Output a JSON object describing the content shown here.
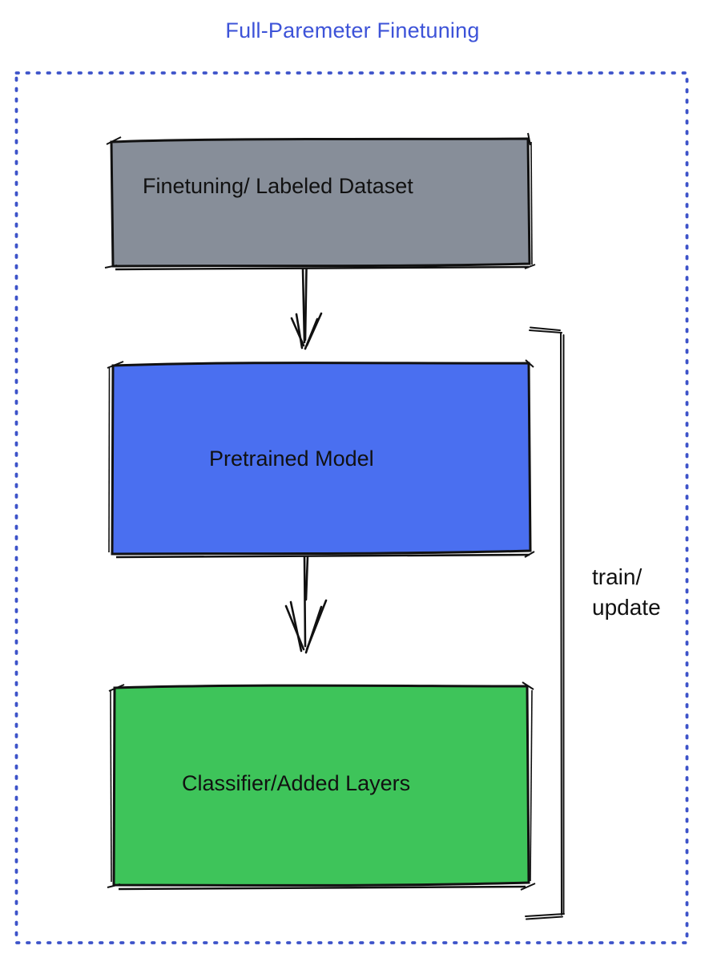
{
  "title": {
    "text": "Full-Paremeter Finetuning",
    "color": "#3d53d8"
  },
  "frame": {
    "style": "dotted",
    "border_color": "#3d53c9"
  },
  "nodes": [
    {
      "id": "finetuning-dataset",
      "label": "Finetuning/ Labeled Dataset",
      "fill": "#878e99"
    },
    {
      "id": "pretrained-model",
      "label": "Pretrained Model",
      "fill": "#4a6ff0"
    },
    {
      "id": "classifier-added-layers",
      "label": "Classifier/Added Layers",
      "fill": "#3ec45a"
    }
  ],
  "edges": [
    {
      "from": "finetuning-dataset",
      "to": "pretrained-model",
      "type": "arrow-down"
    },
    {
      "from": "pretrained-model",
      "to": "classifier-added-layers",
      "type": "arrow-down"
    }
  ],
  "annotation": {
    "text": "train/\nupdate",
    "applies_to": "bracket-pretrained-and-classifier"
  },
  "stroke_color": "#111111"
}
